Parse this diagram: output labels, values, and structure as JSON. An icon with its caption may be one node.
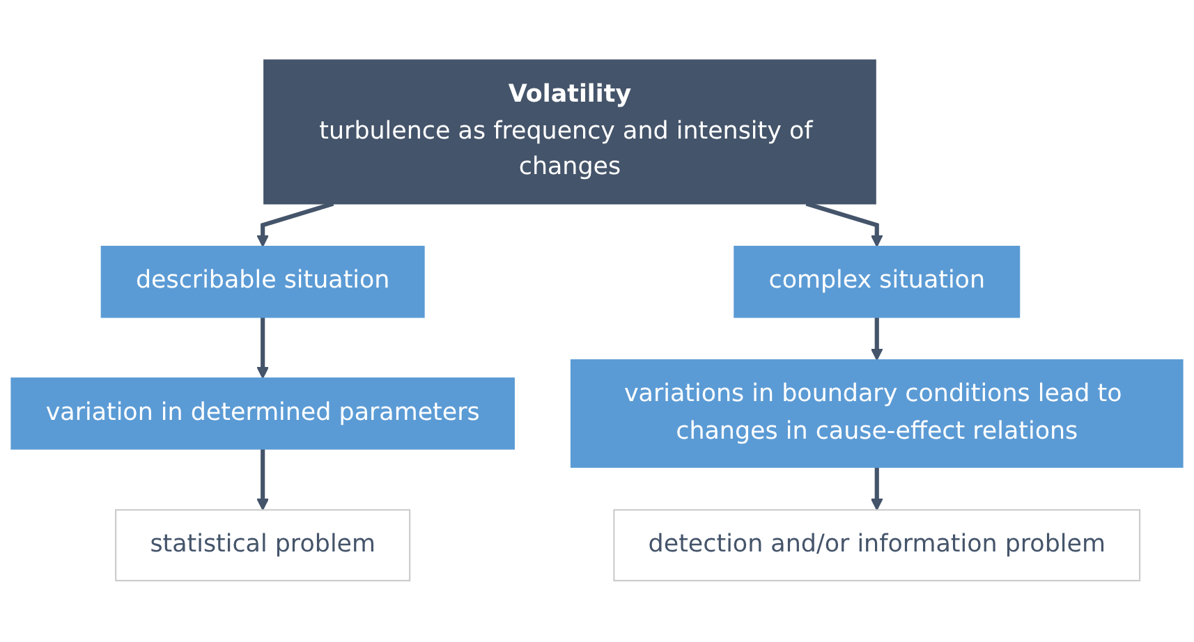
{
  "diagram": {
    "nodes": [
      {
        "text": [
          "Volatility",
          "turbulence as frequency and intensity of changes"
        ]
      },
      {
        "text": [
          "describable situation"
        ]
      },
      {
        "text": [
          "complex situation"
        ]
      },
      {
        "text": [
          "variation in determined parameters"
        ]
      },
      {
        "text": [
          "variations in boundary conditions lead to changes in cause-effect relations"
        ]
      },
      {
        "text": [
          "statistical problem"
        ]
      },
      {
        "text": [
          "detection and/or information problem"
        ]
      }
    ],
    "edges": [
      {
        "from": 0,
        "to": 1,
        "arrow": "to"
      },
      {
        "from": 0,
        "to": 2,
        "arrow": "to"
      },
      {
        "from": 1,
        "to": 3,
        "arrow": "to"
      },
      {
        "from": 2,
        "to": 4,
        "arrow": "to"
      },
      {
        "from": 3,
        "to": 5,
        "arrow": "to"
      },
      {
        "from": 4,
        "to": 6,
        "arrow": "to"
      }
    ]
  }
}
